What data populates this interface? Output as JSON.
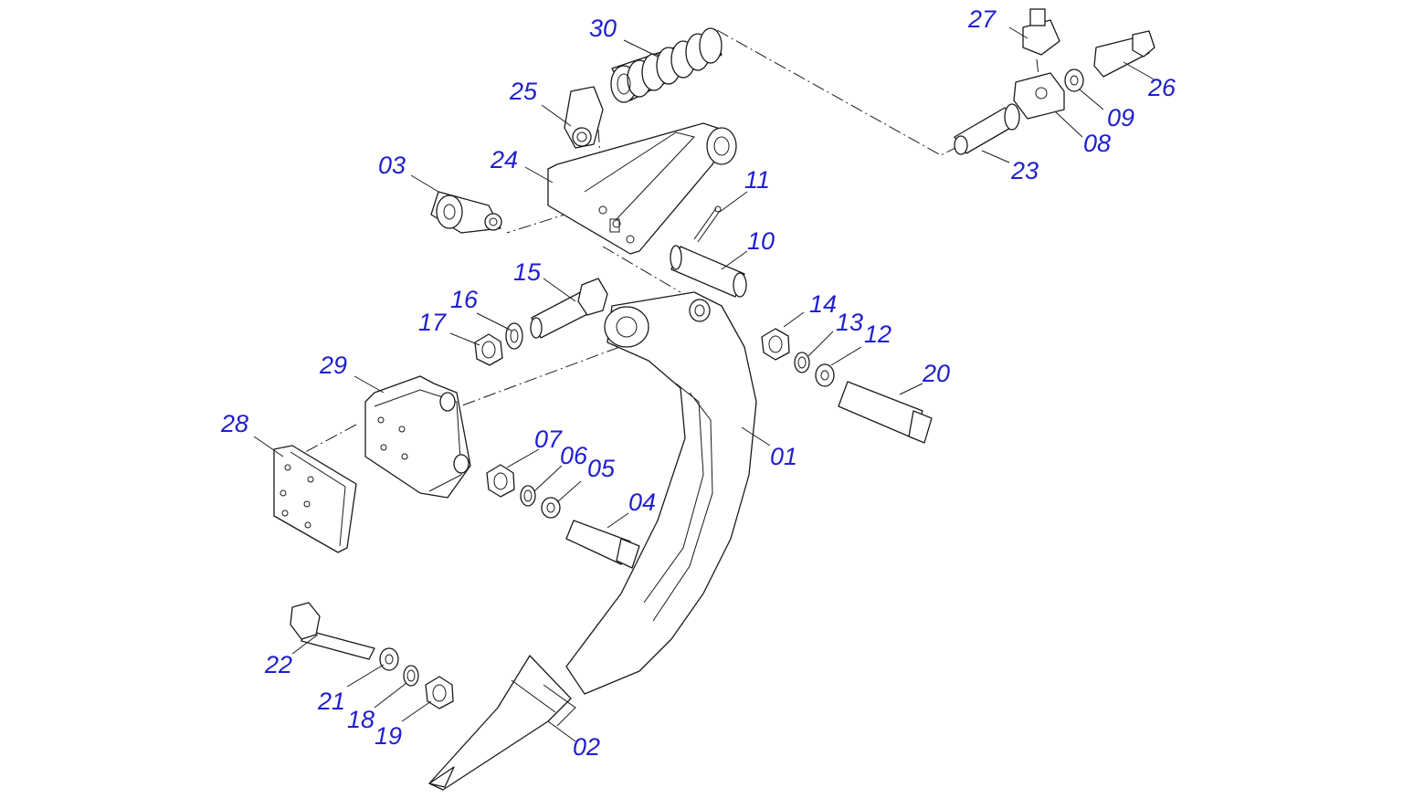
{
  "diagram": {
    "accent_color": "#1f1fd0",
    "callouts": [
      "01",
      "02",
      "03",
      "04",
      "05",
      "06",
      "07",
      "08",
      "09",
      "10",
      "11",
      "12",
      "13",
      "14",
      "15",
      "16",
      "17",
      "18",
      "19",
      "20",
      "21",
      "22",
      "23",
      "24",
      "25",
      "26",
      "27",
      "28",
      "29",
      "30"
    ]
  }
}
